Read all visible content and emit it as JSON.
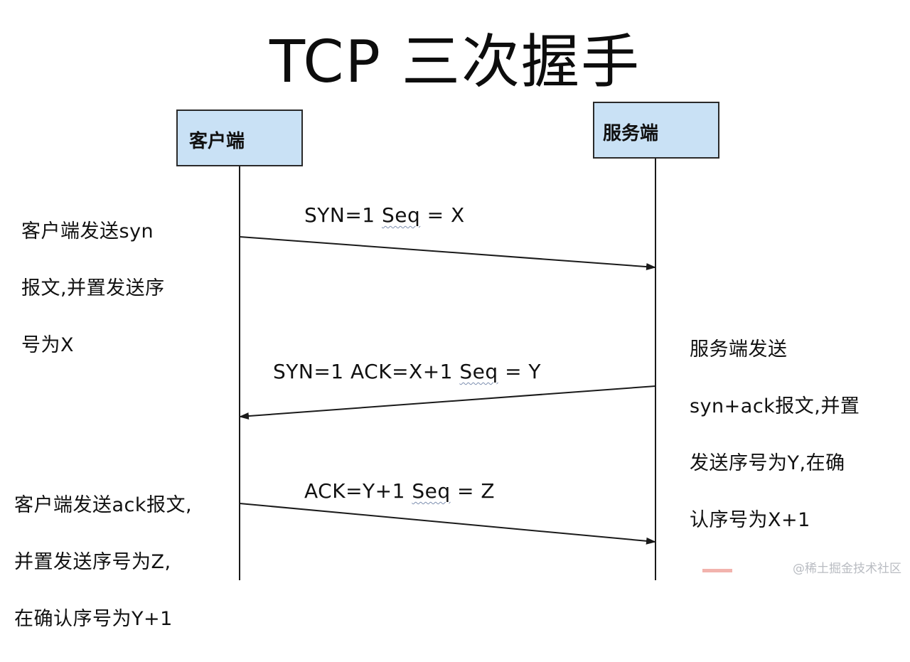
{
  "title": "TCP 三次握手",
  "client": {
    "label": "客户端"
  },
  "server": {
    "label": "服务端"
  },
  "messages": [
    {
      "id": "syn",
      "text_main": "SYN=1  ",
      "text_seq": "Seq",
      "text_tail": " = X",
      "direction": "client-to-server"
    },
    {
      "id": "synack",
      "text_main": "SYN=1  ACK=X+1 ",
      "text_seq": "Seq",
      "text_tail": " = Y",
      "direction": "server-to-client"
    },
    {
      "id": "ack",
      "text_main": "ACK=Y+1 ",
      "text_seq": "Seq",
      "text_tail": " = Z",
      "direction": "client-to-server"
    }
  ],
  "notes": {
    "client_syn": [
      "客户端发送syn",
      "报文,并置发送序",
      "号为X"
    ],
    "server": [
      "服务端发送",
      "syn+ack报文,并置",
      "发送序号为Y,在确",
      "认序号为X+1"
    ],
    "client_ack": [
      "客户端发送ack报文,",
      "并置发送序号为Z,",
      "在确认序号为Y+1"
    ]
  },
  "watermark": "@稀土掘金技术社区",
  "colors": {
    "box_fill": "#c9e1f5",
    "line": "#1a1a1a",
    "watermark": "#b9bcc2"
  }
}
